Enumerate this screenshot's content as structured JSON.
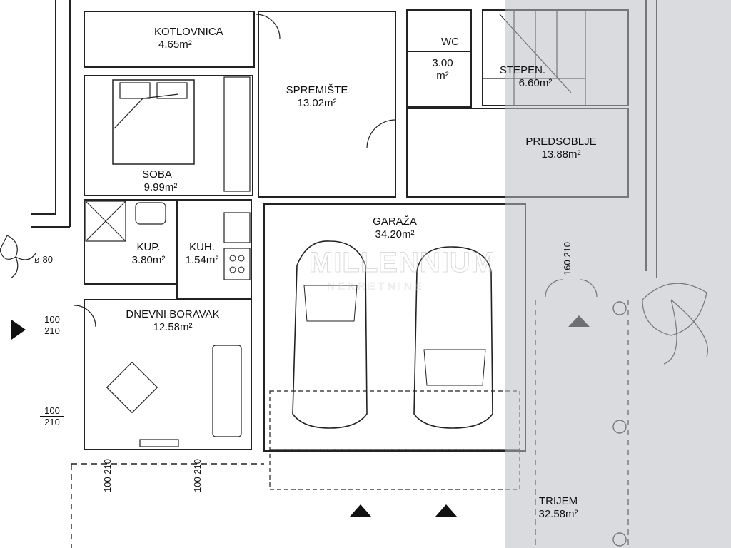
{
  "rooms": {
    "kotlovnica": {
      "name": "KOTLOVNICA",
      "area": "4.65m²"
    },
    "spremiste": {
      "name": "SPREMIŠTE",
      "area": "13.02m²"
    },
    "wc": {
      "name": "WC",
      "area": "3.00 m²"
    },
    "stepen": {
      "name": "STEPEN.",
      "area": "6.60m²"
    },
    "predsoblje": {
      "name": "PREDSOBLJE",
      "area": "13.88m²"
    },
    "soba": {
      "name": "SOBA",
      "area": "9.99m²"
    },
    "garaza": {
      "name": "GARAŽA",
      "area": "34.20m²"
    },
    "kup": {
      "name": "KUP.",
      "area": "3.80m²"
    },
    "kuh": {
      "name": "KUH.",
      "area": "1.54m²"
    },
    "dnevni": {
      "name": "DNEVNI BORAVAK",
      "area": "12.58m²"
    },
    "trijem": {
      "name": "TRIJEM",
      "area": "32.58m²"
    }
  },
  "dims": {
    "d_80": "ø 80",
    "d_100_a": "100",
    "d_210_a": "210",
    "d_100_b": "100",
    "d_210_b": "210",
    "d_100_c": "100",
    "d_210_c": "210",
    "d_100_d": "100",
    "d_210_d": "210",
    "d_160": "160",
    "d_210_e": "210"
  },
  "watermark": {
    "name": "MILLENNIUM",
    "sub": "NEKRETNINE"
  },
  "colors": {
    "line": "#222222",
    "shade": "#b9bec4"
  }
}
